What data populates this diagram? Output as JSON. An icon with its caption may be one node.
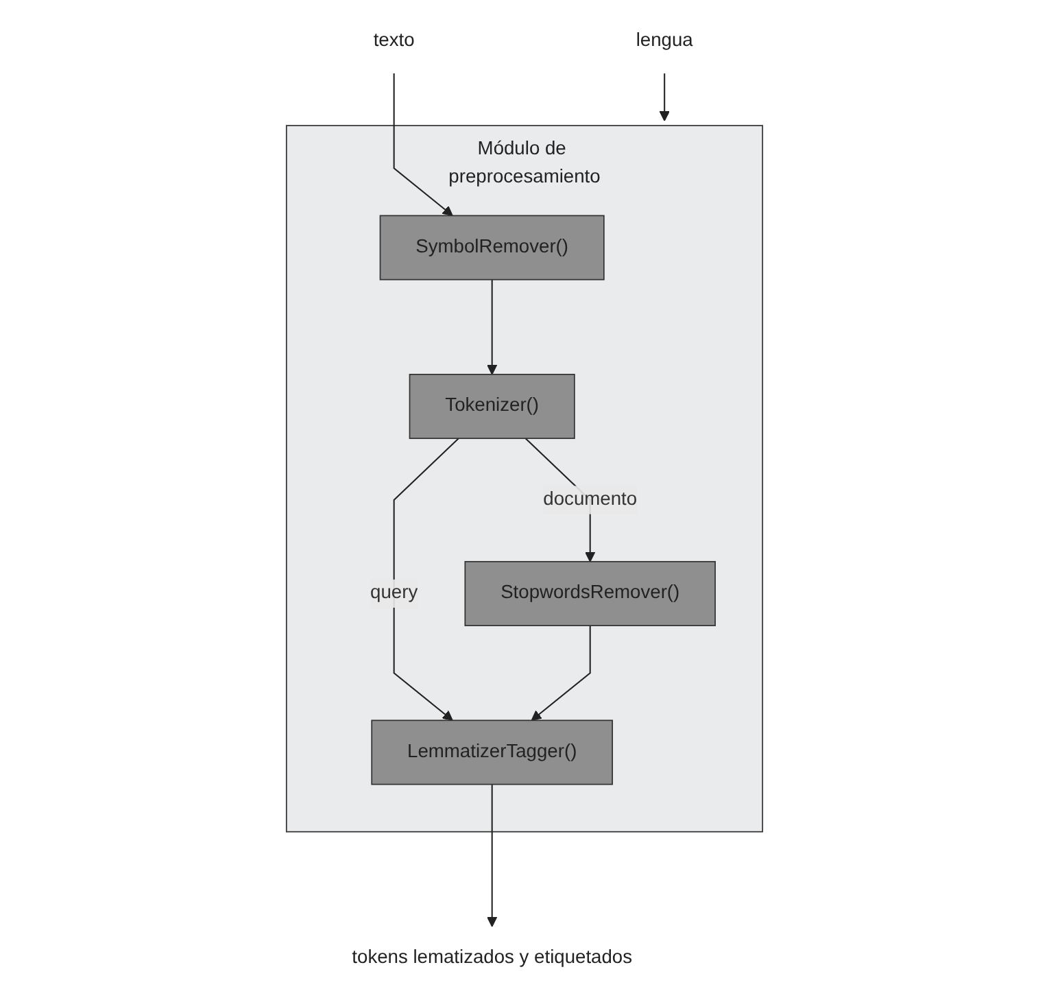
{
  "diagram": {
    "nodes": [
      {
        "text": [
          "Módulo de preprocesamiento"
        ]
      },
      {
        "text": [
          "SymbolRemover()"
        ],
        "in": 0
      },
      {
        "text": [
          "Tokenizer()"
        ],
        "in": 0
      },
      {
        "text": [
          "StopwordsRemover()"
        ],
        "in": 0
      },
      {
        "text": [
          "LemmatizerTagger()"
        ],
        "in": 0
      },
      {
        "text": [
          "texto"
        ]
      },
      {
        "text": [
          "lengua"
        ]
      },
      {
        "text": [
          "tokens lematizados y etiquetados"
        ]
      }
    ],
    "edges": [
      {
        "from": 5,
        "to": 1,
        "arrow": "to"
      },
      {
        "from": 6,
        "to": 0,
        "arrow": "to"
      },
      {
        "from": 1,
        "to": 2,
        "arrow": "to"
      },
      {
        "from": 2,
        "to": 3,
        "arrow": "to",
        "label": "documento"
      },
      {
        "from": 2,
        "to": 4,
        "arrow": "to",
        "label": "query"
      },
      {
        "from": 3,
        "to": 4,
        "arrow": "to"
      },
      {
        "from": 4,
        "to": 7,
        "arrow": "to"
      }
    ]
  }
}
